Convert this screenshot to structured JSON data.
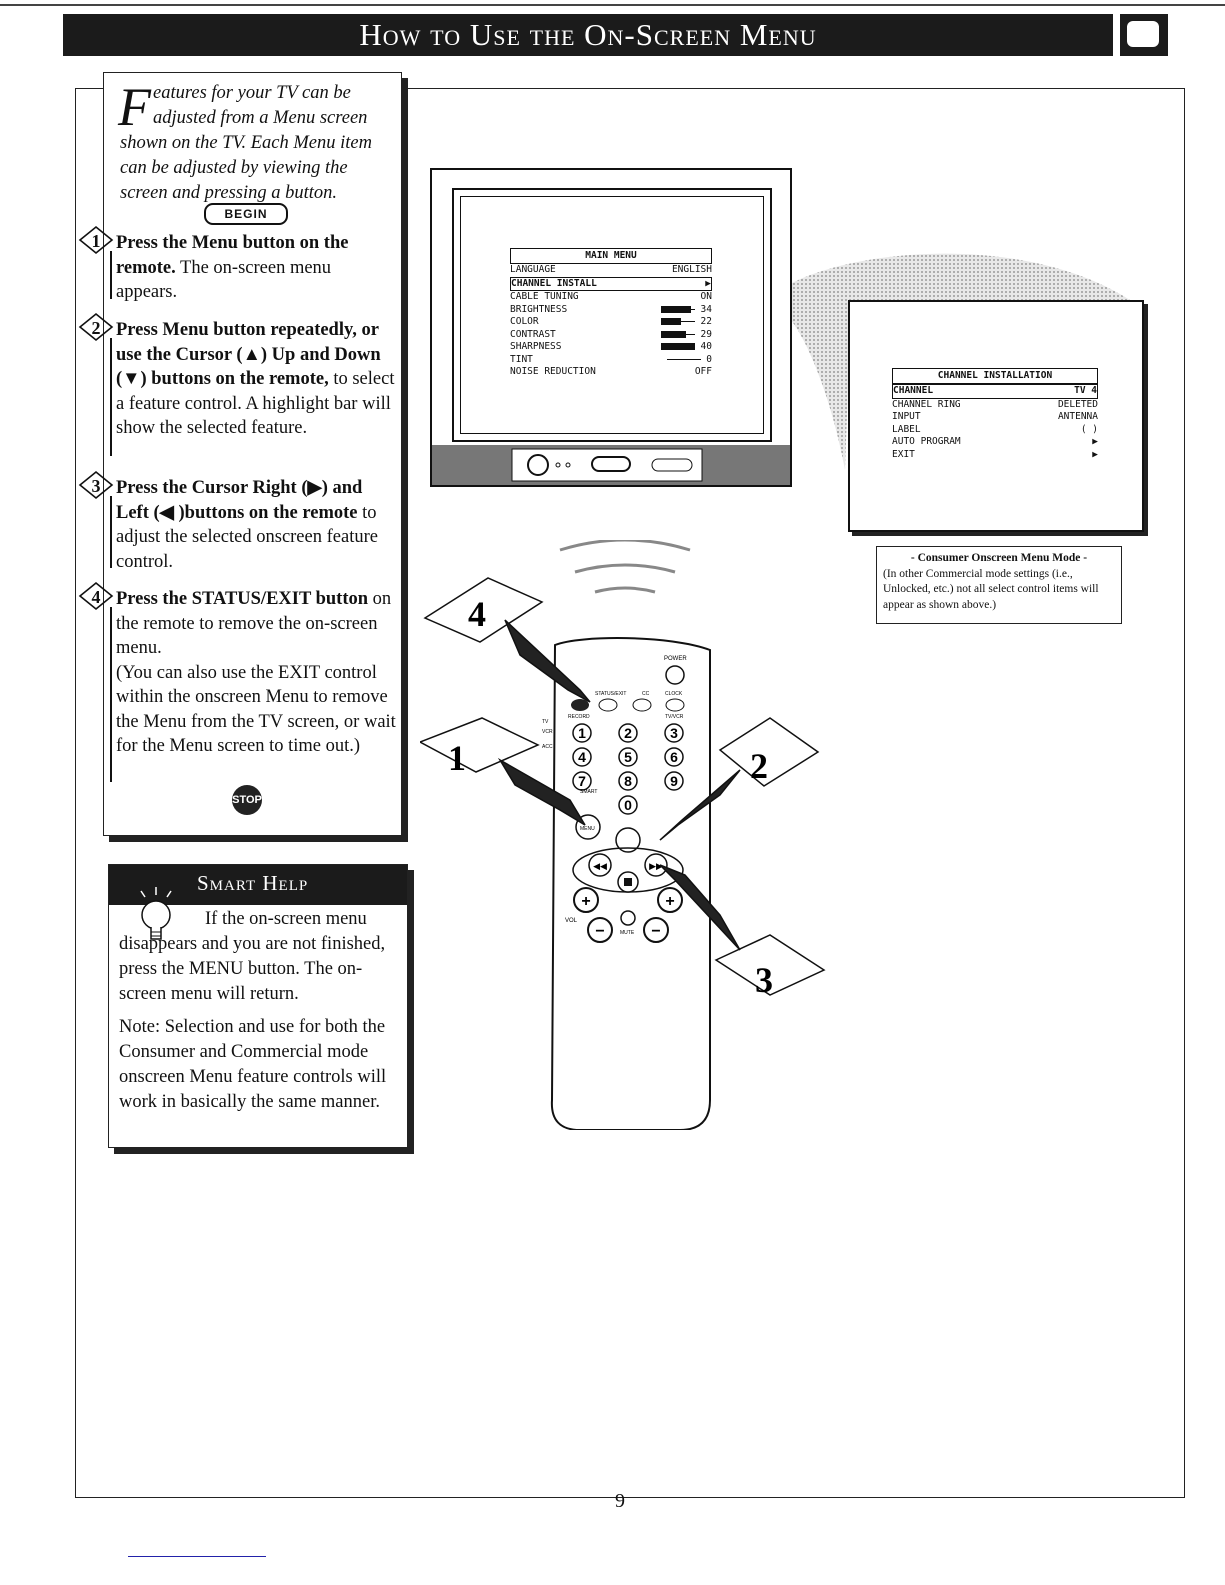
{
  "header": {
    "title": "How to Use the On-Screen Menu"
  },
  "intro": {
    "drop_cap": "F",
    "text": "eatures for your TV can be adjusted from a Menu screen shown on the TV. Each Menu item can be adjusted by viewing the screen and pressing a button.",
    "begin_label": "BEGIN"
  },
  "steps": [
    {
      "num": "1",
      "bold": "Press the Menu button on the remote.",
      "text": " The on-screen menu appears."
    },
    {
      "num": "2",
      "bold": "Press Menu button repeatedly, or use the Cursor (▲) Up and Down (▼) buttons on the remote,",
      "text": " to select a feature control. A highlight bar will show  the selected feature."
    },
    {
      "num": "3",
      "bold": "Press the Cursor Right (▶) and Left (◀ )buttons on the remote",
      "text": " to adjust the selected onscreen feature control."
    },
    {
      "num": "4",
      "bold": "Press the STATUS/EXIT button",
      "text": " on the remote to remove the on-screen menu.",
      "extra": "(You can also use the EXIT control within the onscreen Menu to remove the Menu from the TV screen, or wait for the Menu screen to time out.)"
    }
  ],
  "stop_label": "STOP",
  "smart_help": {
    "title": "Smart Help",
    "p1": "If the on-screen menu disappears and you are not finished, press the MENU  button. The on-screen menu will return.",
    "p2": "Note: Selection and use for both the Consumer and Commercial mode onscreen Menu feature controls will work in basically the same manner."
  },
  "main_menu": {
    "title": "MAIN MENU",
    "rows": [
      {
        "label": "LANGUAGE",
        "value": "ENGLISH"
      },
      {
        "label": "CHANNEL INSTALL",
        "value": "▶",
        "selected": true
      },
      {
        "label": "CABLE TUNING",
        "value": "ON"
      },
      {
        "label": "BRIGHTNESS",
        "value": "34",
        "level": 34
      },
      {
        "label": "COLOR",
        "value": "22",
        "level": 22
      },
      {
        "label": "CONTRAST",
        "value": "29",
        "level": 29
      },
      {
        "label": "SHARPNESS",
        "value": "40",
        "level": 40
      },
      {
        "label": "TINT",
        "value": "0",
        "level": 0
      },
      {
        "label": "NOISE REDUCTION",
        "value": "OFF"
      }
    ]
  },
  "channel_menu": {
    "title": "CHANNEL INSTALLATION",
    "rows": [
      {
        "label": "CHANNEL",
        "value": "TV  4",
        "selected": true
      },
      {
        "label": "CHANNEL RING",
        "value": "DELETED"
      },
      {
        "label": "INPUT",
        "value": "ANTENNA"
      },
      {
        "label": "LABEL",
        "value": "(         )"
      },
      {
        "label": "AUTO PROGRAM",
        "value": "▶"
      },
      {
        "label": "EXIT",
        "value": "▶"
      }
    ]
  },
  "caption": {
    "title": "- Consumer Onscreen Menu Mode -",
    "text": "(In other Commercial mode settings (i.e., Unlocked, etc.) not all select control items will appear as shown above.)"
  },
  "remote": {
    "labels": {
      "power": "POWER",
      "status_exit": "STATUS/EXIT",
      "cc": "CC",
      "clock": "CLOCK",
      "record": "RECORD",
      "tv_vcr": "TV/VCR",
      "tv": "TV",
      "vcr": "VCR",
      "acc": "ACC",
      "smart": "SMART",
      "menu": "MENU",
      "vol": "VOL",
      "mute": "MUTE"
    },
    "digits": [
      "1",
      "2",
      "3",
      "4",
      "5",
      "6",
      "7",
      "8",
      "9",
      "0"
    ],
    "callouts": [
      "4",
      "1",
      "2",
      "3"
    ]
  },
  "page_number": "9"
}
